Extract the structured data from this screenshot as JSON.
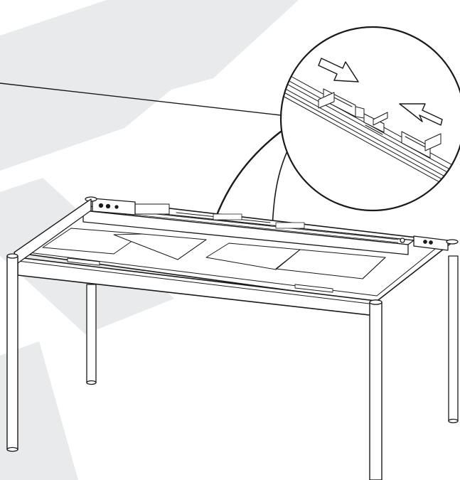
{
  "illustration": {
    "subject": "table-frame-assembly",
    "detail_callout": "rail-joint-slide-together",
    "watermark_icon": "diagonal-grey-band-watermark",
    "arrow_icons": [
      "arrow-right-icon",
      "arrow-left-icon"
    ]
  },
  "colors": {
    "line": "#1a1a1a",
    "watermark": "#e9eaec",
    "background": "#ffffff",
    "panel_fill": "#ffffff"
  }
}
